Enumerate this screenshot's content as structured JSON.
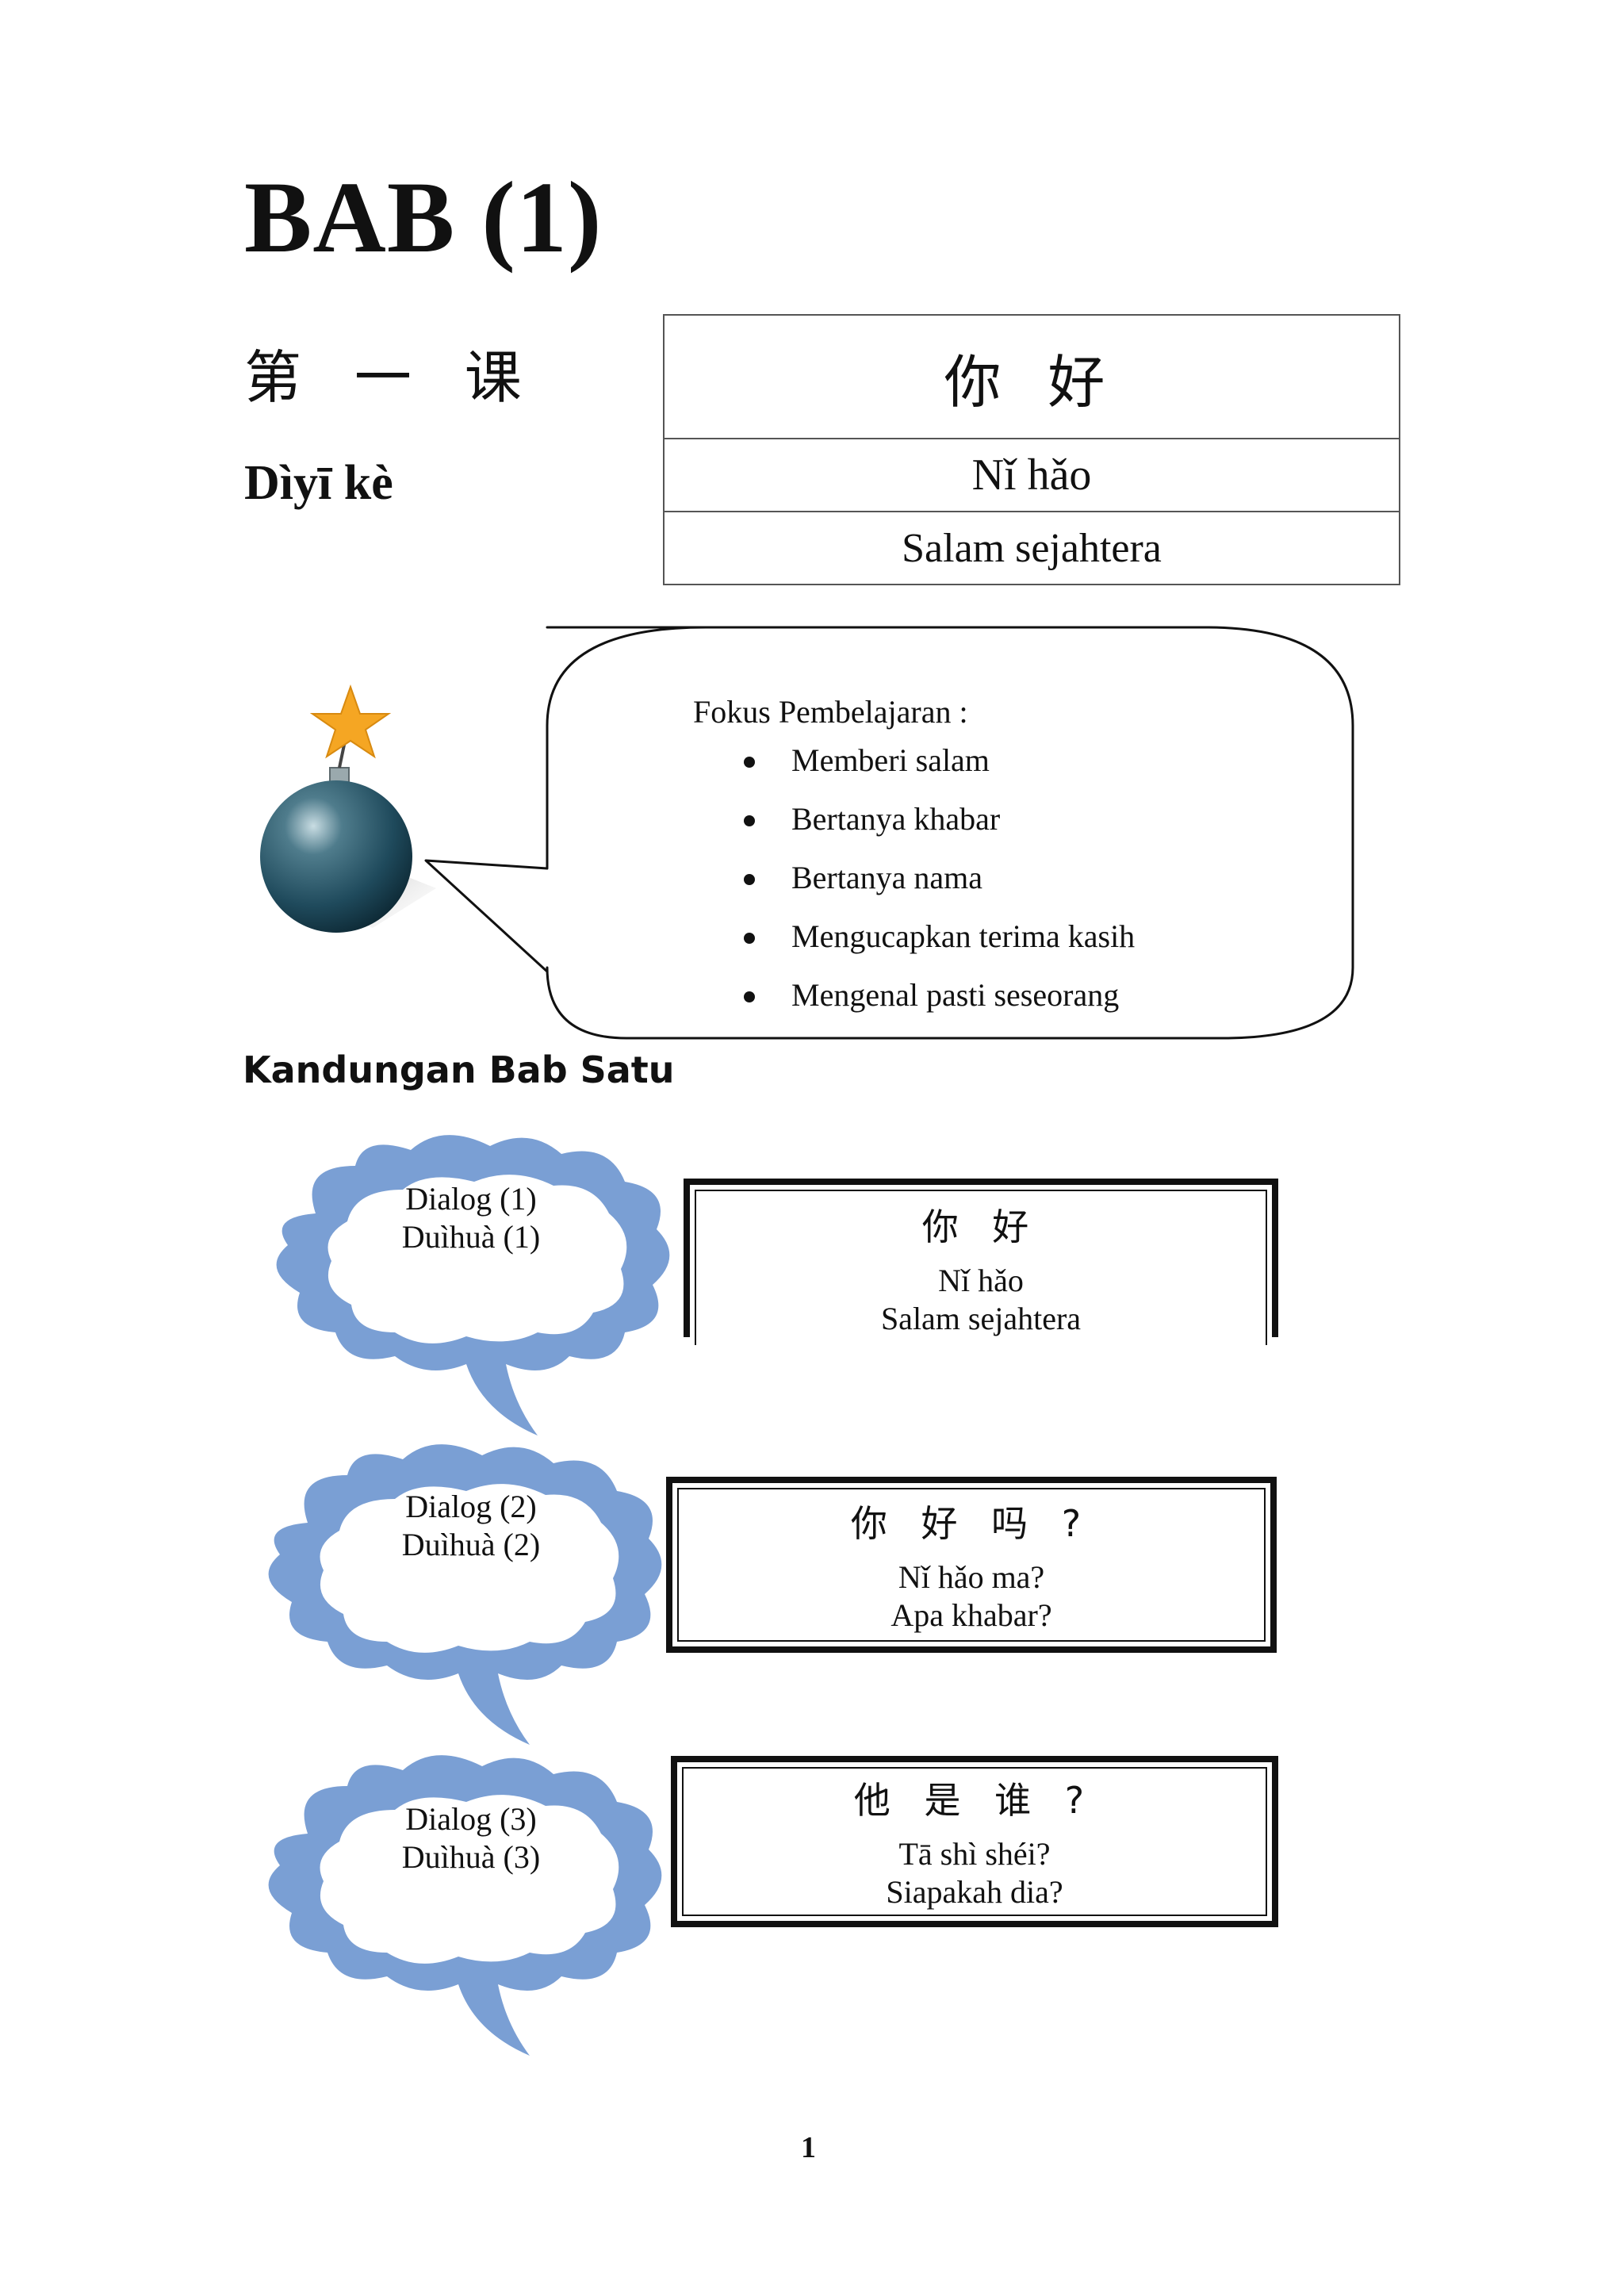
{
  "chapter": {
    "title": "BAB (1)"
  },
  "lesson": {
    "number_cn": "第 一 课",
    "number_pinyin": "Dìyī kè"
  },
  "title_table": {
    "cn": "你 好",
    "pinyin": "Nǐ hǎo",
    "malay": "Salam sejahtera"
  },
  "focus": {
    "title": "Fokus Pembelajaran :",
    "items": [
      "Memberi salam",
      "Bertanya khabar",
      "Bertanya nama",
      "Mengucapkan terima kasih",
      "Mengenal pasti seseorang"
    ]
  },
  "contents": {
    "heading": "Kandungan Bab Satu",
    "dialogs": [
      {
        "label": "Dialog (1)",
        "pinyin_label": "Duìhuà (1)",
        "cn": "你 好",
        "pinyin": "Nǐ hǎo",
        "malay": "Salam sejahtera"
      },
      {
        "label": "Dialog (2)",
        "pinyin_label": "Duìhuà (2)",
        "cn": "你 好 吗 ?",
        "pinyin": "Nǐ hǎo ma?",
        "malay": "Apa khabar?"
      },
      {
        "label": "Dialog (3)",
        "pinyin_label": "Duìhuà (3)",
        "cn": "他 是 谁 ?",
        "pinyin": "Tā shì shéi?",
        "malay": "Siapakah dia?"
      }
    ]
  },
  "page_number": "1",
  "icons": [
    "bomb-icon",
    "star-icon",
    "cloud-bubble-icon"
  ],
  "colors": {
    "cloud": "#7a9fd4",
    "bomb": "#1f4a5c",
    "star": "#f5a623"
  }
}
